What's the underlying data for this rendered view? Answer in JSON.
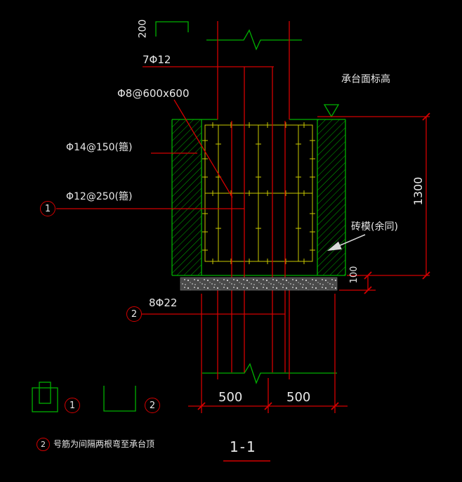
{
  "drawing": {
    "title": "1-1",
    "labels": {
      "hook_length": "200",
      "top_bars": "7Φ12",
      "cap_mesh": "Φ8@600x600",
      "cap_top_elevation": "承台面标高",
      "stirrup_outer": "Φ14@150(箍)",
      "stirrup_inner": "Φ12@250(箍)",
      "dim_height": "1300",
      "brick_formwork": "砖模(余同)",
      "dim_blinding": "100",
      "bottom_bars": "8Φ22",
      "dim_left": "500",
      "dim_right": "500"
    },
    "callouts": {
      "c1": "1",
      "c2": "2"
    },
    "legend": {
      "item1_id": "1",
      "item2_id": "2"
    },
    "note": {
      "bullet": "2",
      "text": "号筋为间隔两根弯至承台顶"
    },
    "colors": {
      "background": "#000000",
      "outline_green": "#00b000",
      "dimension_red": "#d40000",
      "rebar_yellow": "#c9c900",
      "text_white": "#e8e8e8"
    }
  }
}
